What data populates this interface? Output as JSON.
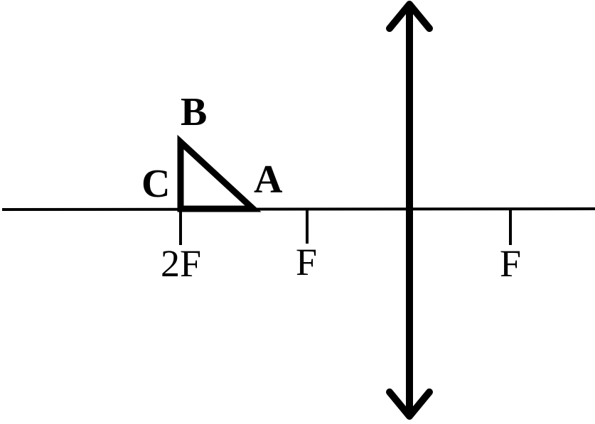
{
  "diagram": {
    "vertices": {
      "a": "A",
      "b": "B",
      "c": "C"
    },
    "ticks": {
      "left_2f": "2F",
      "left_f": "F",
      "right_f": "F"
    },
    "colors": {
      "ink": "#000000",
      "background": "#ffffff"
    }
  }
}
